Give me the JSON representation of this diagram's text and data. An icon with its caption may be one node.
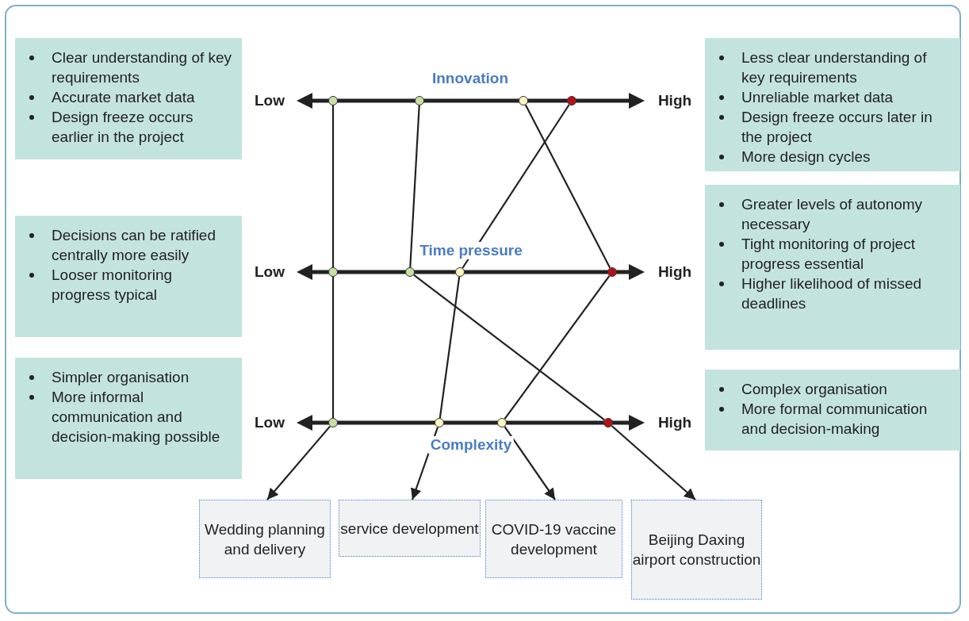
{
  "diagram": {
    "nodes": [
      {
        "text": [
          "Clear understanding of key requirements",
          "Accurate market data",
          "Design freeze occurs earlier in the project"
        ]
      },
      {
        "text": [
          "Less clear understanding of key requirements",
          "Unreliable market data",
          "Design freeze occurs later in the project",
          "More design cycles"
        ]
      },
      {
        "text": [
          "Decisions can be ratified centrally more easily",
          "Looser monitoring progress typical"
        ]
      },
      {
        "text": [
          "Greater levels of autonomy necessary",
          "Tight monitoring of project progress essential",
          "Higher likelihood of missed deadlines"
        ]
      },
      {
        "text": [
          "Simpler organisation",
          "More informal communication and decision-making possible"
        ]
      },
      {
        "text": [
          "Complex organisation",
          "More formal communication and decision-making"
        ]
      },
      {
        "text": [],
        "shape": "circle"
      },
      {
        "text": [],
        "shape": "circle"
      },
      {
        "text": [],
        "shape": "circle"
      },
      {
        "text": [],
        "shape": "circle"
      },
      {
        "text": [],
        "shape": "circle"
      },
      {
        "text": [],
        "shape": "circle"
      },
      {
        "text": [],
        "shape": "circle"
      },
      {
        "text": [],
        "shape": "circle"
      },
      {
        "text": [],
        "shape": "circle"
      },
      {
        "text": [],
        "shape": "circle"
      },
      {
        "text": [],
        "shape": "circle"
      },
      {
        "text": [],
        "shape": "circle"
      },
      {
        "text": [
          "Wedding planning and delivery"
        ]
      },
      {
        "text": [
          "service development"
        ]
      },
      {
        "text": [
          "COVID-19 vaccine development"
        ]
      },
      {
        "text": [
          "Beijing Daxing airport construction"
        ]
      }
    ],
    "edges": [
      {
        "from": 6,
        "to": 10,
        "arrow": "none"
      },
      {
        "from": 10,
        "to": 14,
        "arrow": "none"
      },
      {
        "from": 14,
        "to": 18,
        "arrow": "to"
      },
      {
        "from": 7,
        "to": 11,
        "arrow": "none"
      },
      {
        "from": 11,
        "to": 17,
        "arrow": "none"
      },
      {
        "from": 17,
        "to": 21,
        "arrow": "to"
      },
      {
        "from": 8,
        "to": 13,
        "arrow": "none"
      },
      {
        "from": 13,
        "to": 16,
        "arrow": "none"
      },
      {
        "from": 16,
        "to": 20,
        "arrow": "to"
      },
      {
        "from": 9,
        "to": 12,
        "arrow": "none"
      },
      {
        "from": 12,
        "to": 15,
        "arrow": "none"
      },
      {
        "from": 15,
        "to": 19,
        "arrow": "to"
      }
    ],
    "labels": [
      "Innovation",
      "Low",
      "High",
      "Time pressure",
      "Low",
      "High",
      "Low",
      "High",
      "Complexity"
    ]
  }
}
